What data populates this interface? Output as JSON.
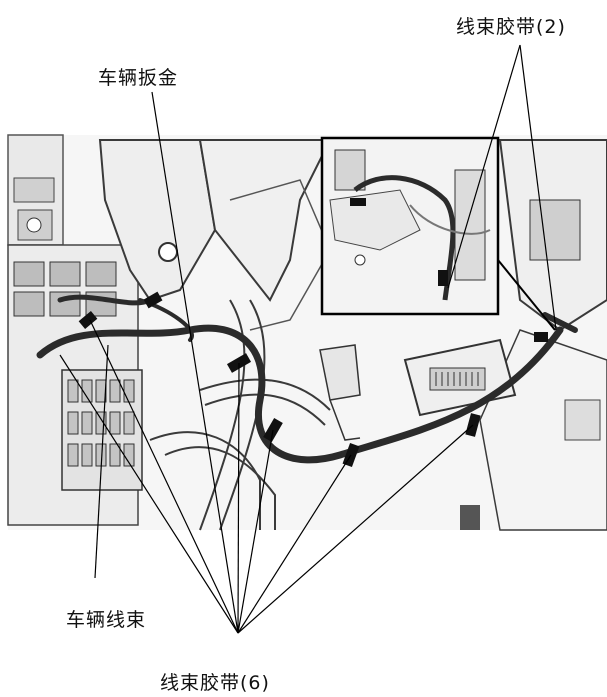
{
  "labels": {
    "harness_clip_top": "线束胶带(2)",
    "body_sheet_metal": "车辆扳金",
    "vehicle_harness": "车辆线束",
    "harness_clip_bottom": "线束胶带(6)"
  },
  "colors": {
    "harness": "#2b2b2b",
    "outline": "#3a3a3a",
    "panel": "#f2f2f2",
    "shade": "#d9d9d9",
    "leader": "#000000"
  }
}
